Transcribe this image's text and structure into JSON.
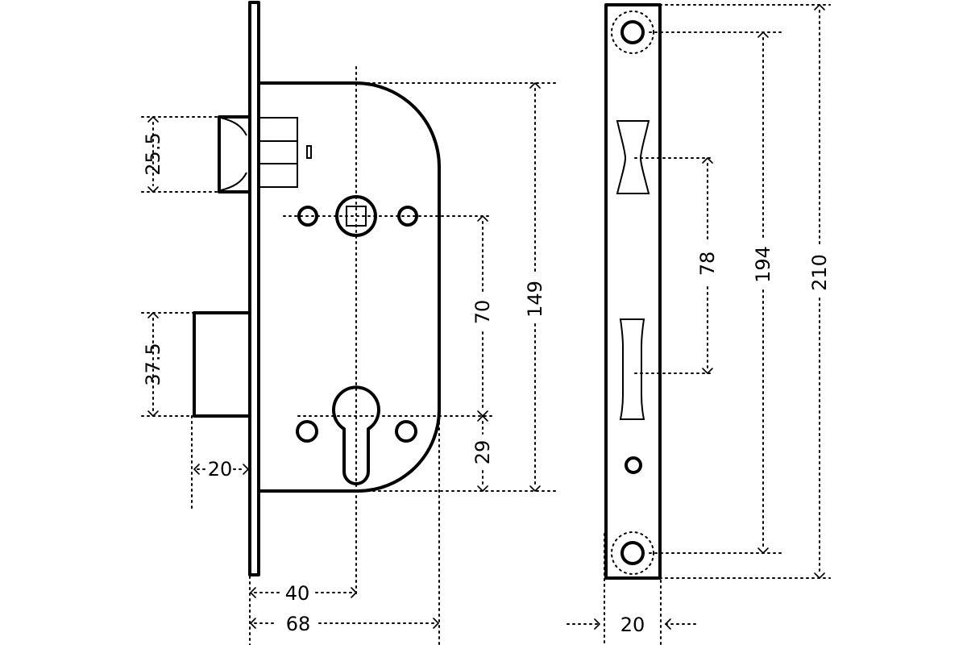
{
  "dimensions": {
    "latch_height": "25.5",
    "bolt_height": "37.5",
    "bolt_throw": "20",
    "backset": "40",
    "body_depth": "68",
    "handle_to_cylinder": "70",
    "body_height": "149",
    "cylinder_to_bottom": "29",
    "faceplate_inner": "78",
    "faceplate_screw_spacing": "194",
    "faceplate_length": "210",
    "faceplate_width": "20"
  }
}
